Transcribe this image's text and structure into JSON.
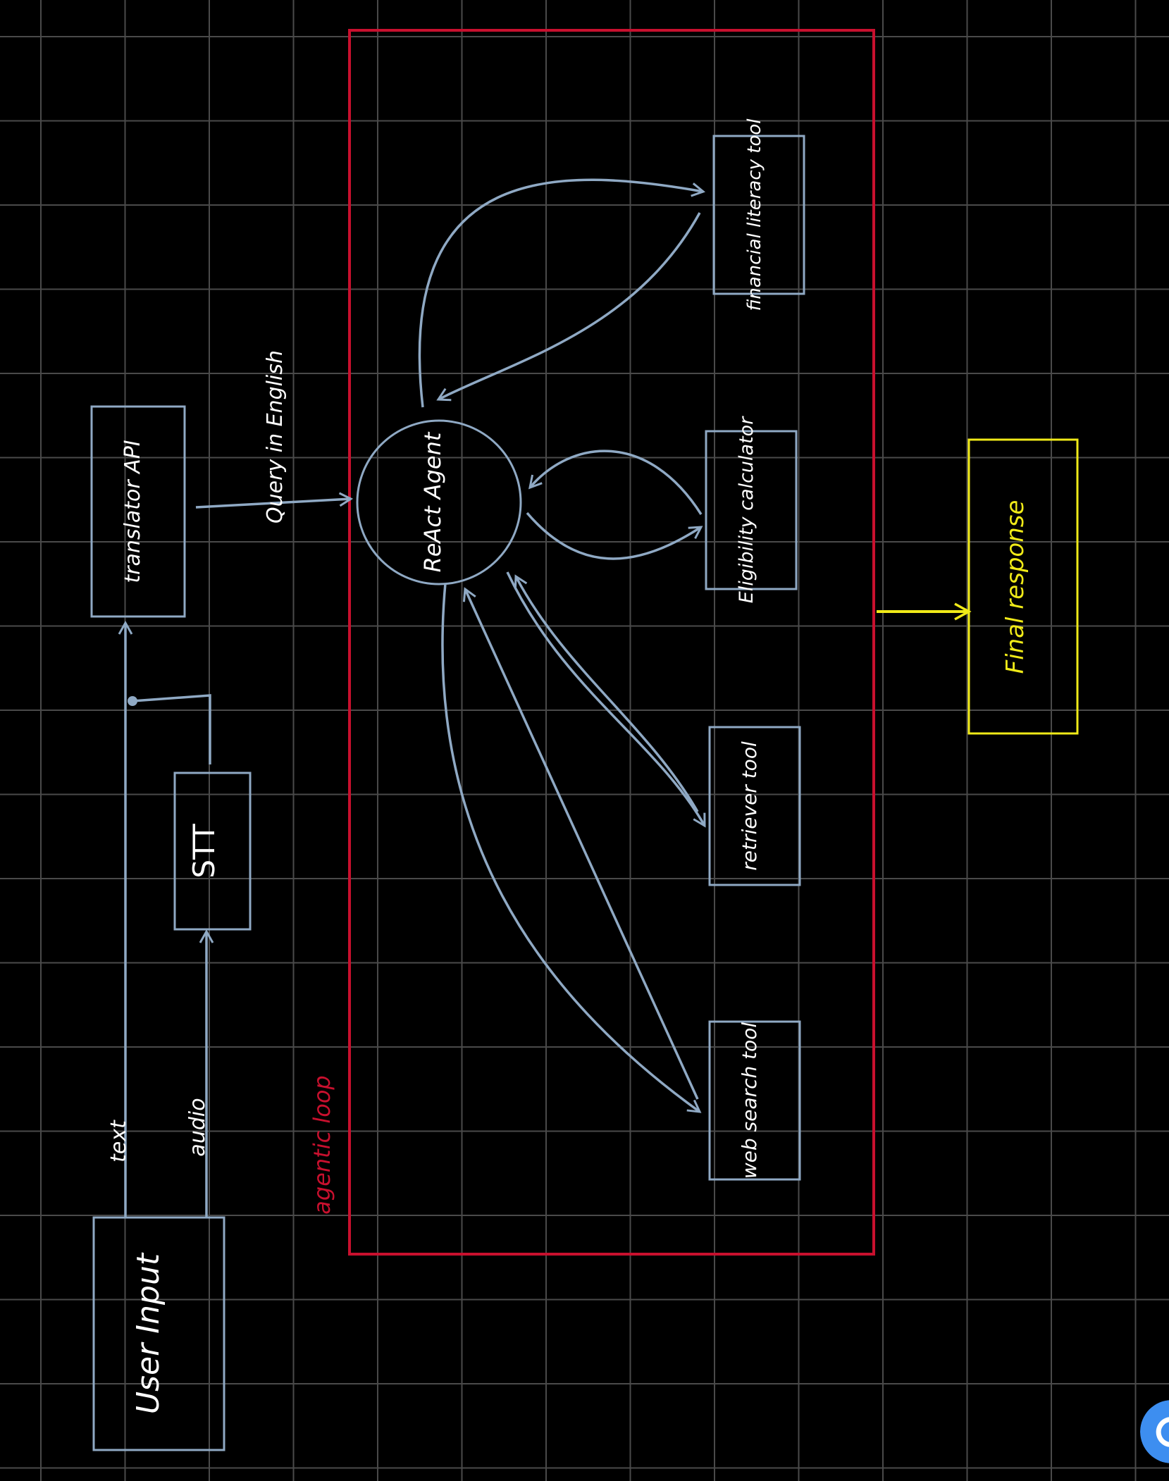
{
  "colors": {
    "background": "#000000",
    "grid": "#4a4a4a",
    "flow": "#8fa9c4",
    "box": "#8fa9c4",
    "loop": "#c8102e",
    "output": "#f0ea18",
    "text": "#ffffff",
    "fab": "#3d8ef0"
  },
  "icons": {
    "fab": "g-circle-icon"
  },
  "nodes": {
    "user_input": "User Input",
    "stt": "STT",
    "translator": "translator API",
    "agent": "ReAct Agent",
    "financial_tool": "financial literacy tool",
    "eligibility_tool": "Eligibility calculator",
    "retriever_tool": "retriever tool",
    "web_search_tool": "web search tool",
    "final_response": "Final response"
  },
  "edge_labels": {
    "text": "text",
    "audio": "audio",
    "query": "Query in English",
    "loop": "agentic loop"
  }
}
